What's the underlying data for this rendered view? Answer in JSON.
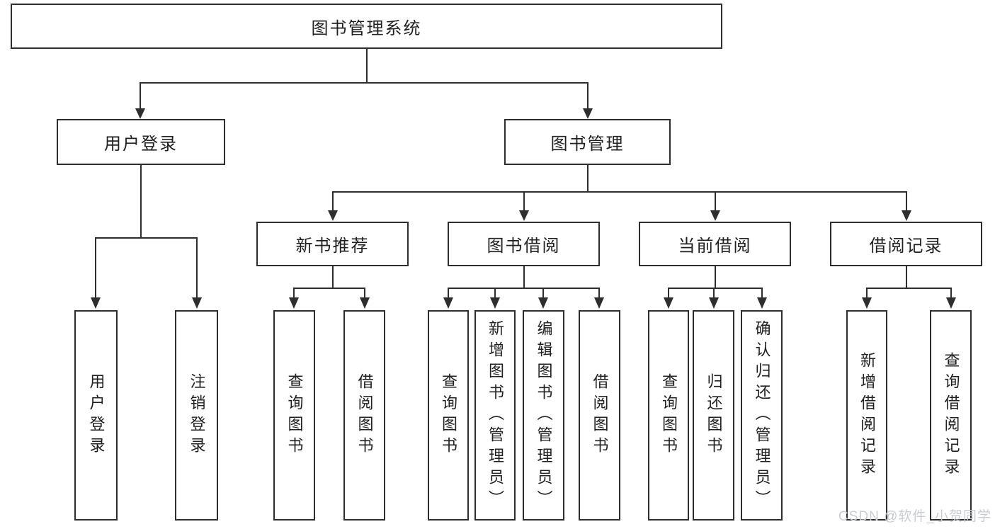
{
  "diagram": {
    "root": {
      "label": "图书管理系统"
    },
    "level2": {
      "user_login": {
        "label": "用户登录"
      },
      "book_management": {
        "label": "图书管理"
      }
    },
    "level3": {
      "new_book_recommend": {
        "label": "新书推荐"
      },
      "book_borrow": {
        "label": "图书借阅"
      },
      "current_borrow": {
        "label": "当前借阅"
      },
      "borrow_records": {
        "label": "借阅记录"
      }
    },
    "leaves": {
      "user_login": [
        "用户登录",
        "注销登录"
      ],
      "new_book_recommend": [
        "查询图书",
        "借阅图书"
      ],
      "book_borrow": [
        "查询图书",
        "新增图书（管理员）",
        "编辑图书（管理员）",
        "借阅图书"
      ],
      "current_borrow": [
        "查询图书",
        "归还图书",
        "确认归还（管理员）"
      ],
      "borrow_records": [
        "新增借阅记录",
        "查询借阅记录"
      ]
    },
    "watermark": "CSDN @软件_小贺同学",
    "colors": {
      "line": "#2e2e2e",
      "box_border": "#2e2e2e",
      "box_fill": "#ffffff",
      "text": "#212121",
      "watermark": "#c9ccd1",
      "background": "#ffffff"
    }
  }
}
